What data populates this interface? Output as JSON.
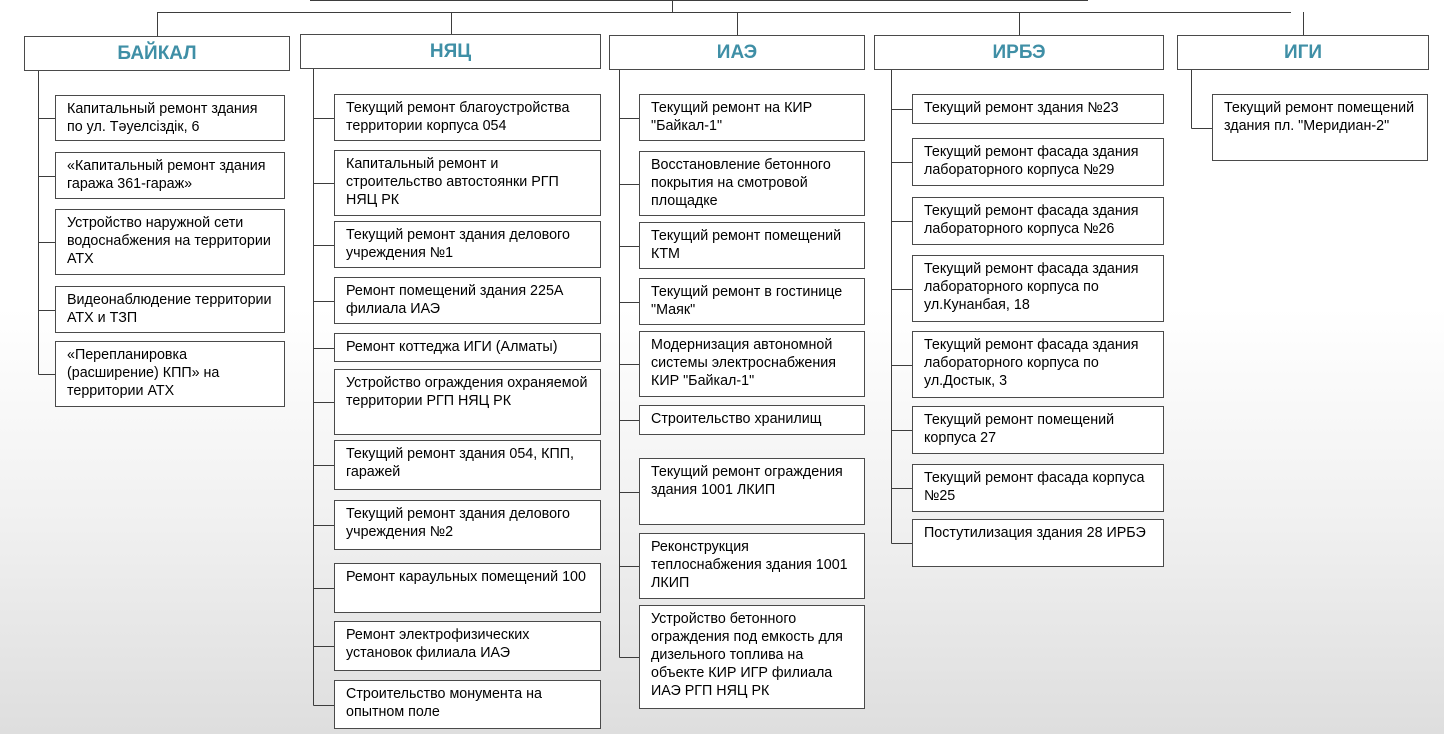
{
  "columns": [
    {
      "title": "БАЙКАЛ",
      "items": [
        "Капитальный ремонт здания по ул. Тәуелсіздік, 6",
        "«Капитальный ремонт здания гаража 361-гараж»",
        "Устройство наружной сети водоснабжения на территории АТХ",
        "Видеонаблюдение территории АТХ и ТЗП",
        "«Перепланировка (расширение) КПП» на территории АТХ"
      ]
    },
    {
      "title": "НЯЦ",
      "items": [
        "Текущий ремонт благоустройства территории корпуса 054",
        "Капитальный ремонт и строительство автостоянки РГП НЯЦ РК",
        "Текущий ремонт здания делового учреждения №1",
        "Ремонт помещений здания 225А филиала ИАЭ",
        "Ремонт коттеджа ИГИ (Алматы)",
        "Устройство ограждения охраняемой территории РГП НЯЦ РК",
        "Текущий ремонт здания 054, КПП, гаражей",
        "Текущий ремонт здания делового учреждения №2",
        "Ремонт караульных помещений 100",
        "Ремонт электрофизических установок филиала ИАЭ",
        "Строительство монумента на опытном поле"
      ]
    },
    {
      "title": "ИАЭ",
      "items": [
        "Текущий ремонт на КИР \"Байкал-1\"",
        "Восстановление бетонного покрытия на смотровой площадке",
        "Текущий ремонт помещений КТМ",
        "Текущий ремонт в гостинице \"Маяк\"",
        "Модернизация автономной системы электроснабжения КИР \"Байкал-1\"",
        "Строительство хранилищ",
        "Текущий ремонт ограждения здания 1001 ЛКИП",
        "Реконструкция теплоснабжения здания 1001 ЛКИП",
        "Устройство бетонного ограждения под емкость для дизельного топлива на объекте КИР ИГР филиала ИАЭ РГП НЯЦ РК"
      ]
    },
    {
      "title": "ИРБЭ",
      "items": [
        "Текущий ремонт здания №23",
        "Текущий ремонт фасада здания лабораторного корпуса №29",
        "Текущий ремонт фасада здания лабораторного корпуса №26",
        "Текущий ремонт фасада здания лабораторного корпуса по ул.Кунанбая, 18",
        "Текущий ремонт фасада здания лабораторного корпуса по ул.Достык, 3",
        "Текущий ремонт помещений корпуса 27",
        "Текущий ремонт фасада корпуса №25",
        "Постутилизация здания 28 ИРБЭ"
      ]
    },
    {
      "title": "ИГИ",
      "items": [
        "Текущий ремонт помещений здания пл. \"Меридиан-2\""
      ]
    }
  ]
}
